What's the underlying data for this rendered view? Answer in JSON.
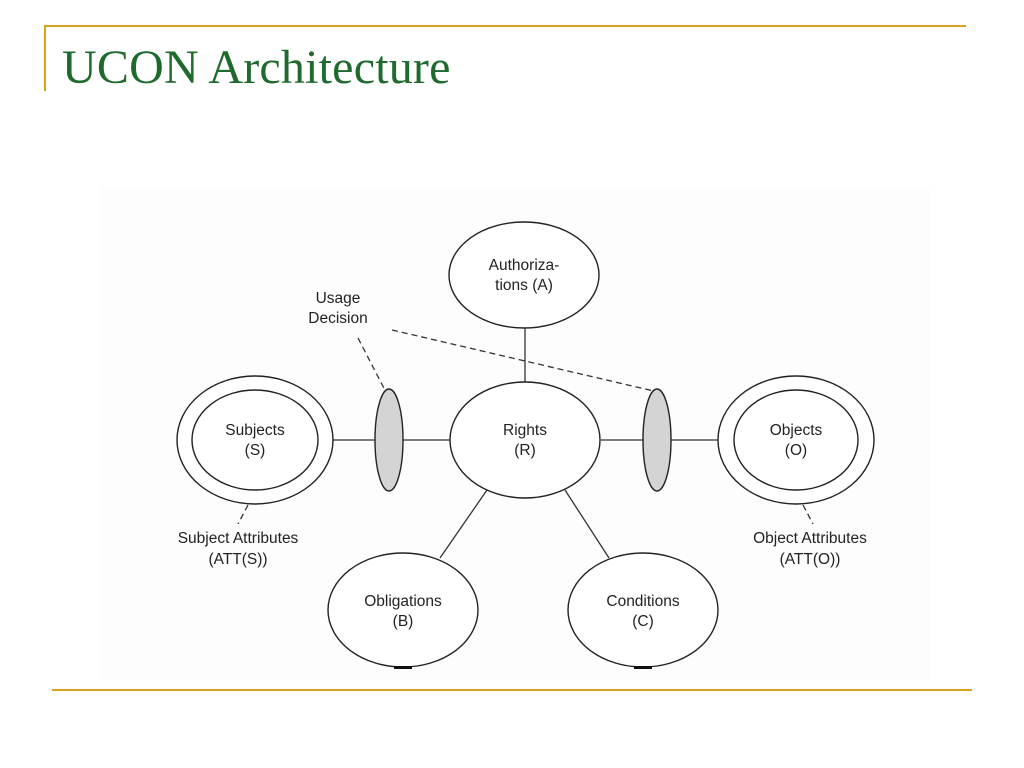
{
  "slide": {
    "title": "UCON Architecture",
    "accent_color": "#d9a11e",
    "title_color": "#1f6b2e"
  },
  "diagram": {
    "nodes": {
      "authorizations": {
        "line1": "Authoriza-",
        "line2": "tions (A)"
      },
      "subjects": {
        "line1": "Subjects",
        "line2": "(S)"
      },
      "rights": {
        "line1": "Rights",
        "line2": "(R)"
      },
      "objects": {
        "line1": "Objects",
        "line2": "(O)"
      },
      "obligations": {
        "line1": "Obligations",
        "line2": "(B)"
      },
      "conditions": {
        "line1": "Conditions",
        "line2": "(C)"
      }
    },
    "labels": {
      "usage_decision": {
        "line1": "Usage",
        "line2": "Decision"
      },
      "subject_attributes": {
        "line1": "Subject Attributes",
        "line2": "(ATT(S))"
      },
      "object_attributes": {
        "line1": "Object Attributes",
        "line2": "(ATT(O))"
      }
    }
  }
}
